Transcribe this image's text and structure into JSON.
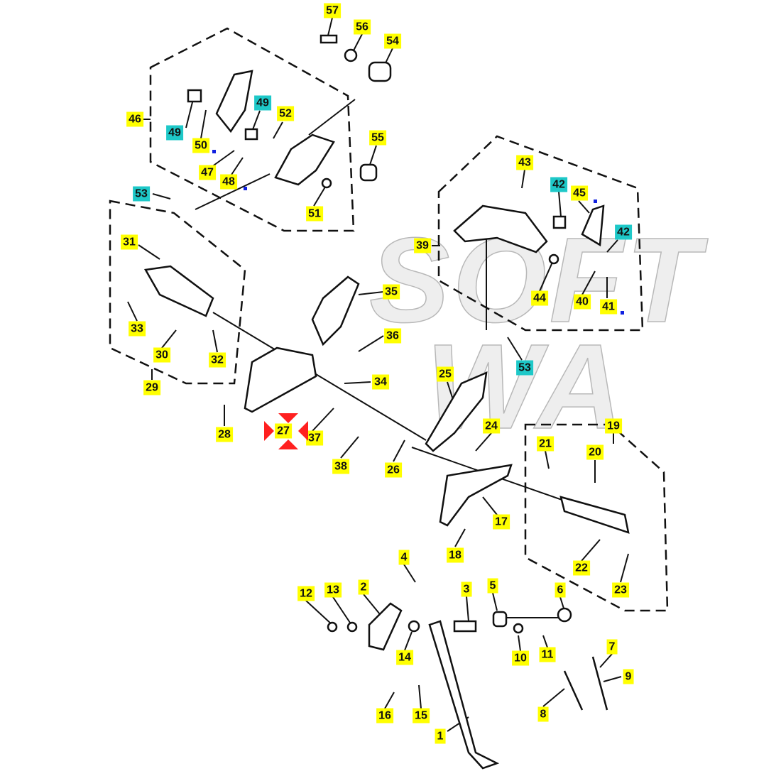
{
  "watermark": {
    "line1": "SOFT",
    "line2": "WA"
  },
  "colors": {
    "label": "#ffff00",
    "label_alt": "#1ec8c8",
    "marker": "#1020e0",
    "selected_arrows": "#ff2020"
  },
  "selected_part": "27",
  "labels": [
    {
      "text": "57"
    },
    {
      "text": "56"
    },
    {
      "text": "54"
    },
    {
      "text": "46"
    },
    {
      "text": "49"
    },
    {
      "text": "49"
    },
    {
      "text": "52"
    },
    {
      "text": "50"
    },
    {
      "text": "47"
    },
    {
      "text": "48"
    },
    {
      "text": "55"
    },
    {
      "text": "53"
    },
    {
      "text": "51"
    },
    {
      "text": "43"
    },
    {
      "text": "42"
    },
    {
      "text": "45"
    },
    {
      "text": "42"
    },
    {
      "text": "39"
    },
    {
      "text": "44"
    },
    {
      "text": "40"
    },
    {
      "text": "41"
    },
    {
      "text": "53"
    },
    {
      "text": "31"
    },
    {
      "text": "35"
    },
    {
      "text": "33"
    },
    {
      "text": "36"
    },
    {
      "text": "30"
    },
    {
      "text": "32"
    },
    {
      "text": "29"
    },
    {
      "text": "34"
    },
    {
      "text": "25"
    },
    {
      "text": "19"
    },
    {
      "text": "24"
    },
    {
      "text": "21"
    },
    {
      "text": "20"
    },
    {
      "text": "28"
    },
    {
      "text": "27"
    },
    {
      "text": "37"
    },
    {
      "text": "38"
    },
    {
      "text": "26"
    },
    {
      "text": "17"
    },
    {
      "text": "18"
    },
    {
      "text": "22"
    },
    {
      "text": "23"
    },
    {
      "text": "4"
    },
    {
      "text": "5"
    },
    {
      "text": "6"
    },
    {
      "text": "12"
    },
    {
      "text": "13"
    },
    {
      "text": "2"
    },
    {
      "text": "3"
    },
    {
      "text": "14"
    },
    {
      "text": "10"
    },
    {
      "text": "11"
    },
    {
      "text": "7"
    },
    {
      "text": "9"
    },
    {
      "text": "16"
    },
    {
      "text": "15"
    },
    {
      "text": "8"
    },
    {
      "text": "1"
    }
  ]
}
